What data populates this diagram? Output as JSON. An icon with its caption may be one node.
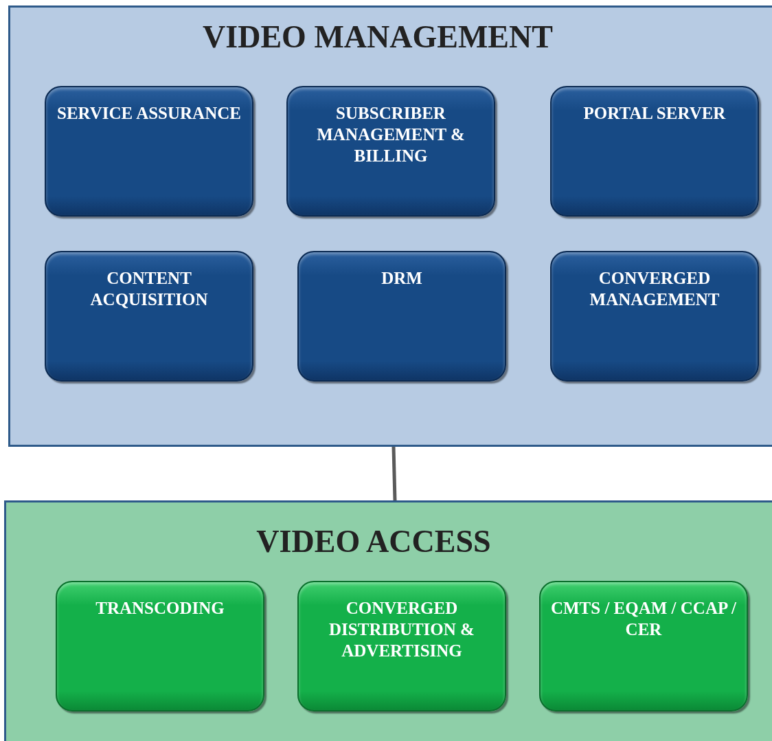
{
  "diagram": {
    "nodes": [
      {
        "text": [
          "VIDEO MANAGEMENT"
        ]
      },
      {
        "text": [
          "SERVICE ASSURANCE"
        ],
        "in": 0
      },
      {
        "text": [
          "SUBSCRIBER MANAGEMENT & BILLING"
        ],
        "in": 0
      },
      {
        "text": [
          "PORTAL SERVER"
        ],
        "in": 0
      },
      {
        "text": [
          "CONTENT ACQUISITION"
        ],
        "in": 0
      },
      {
        "text": [
          "DRM"
        ],
        "in": 0
      },
      {
        "text": [
          "CONVERGED MANAGEMENT"
        ],
        "in": 0
      },
      {
        "text": [
          "VIDEO ACCESS"
        ]
      },
      {
        "text": [
          "TRANSCODING"
        ],
        "in": 7
      },
      {
        "text": [
          "CONVERGED DISTRIBUTION & ADVERTISING"
        ],
        "in": 7
      },
      {
        "text": [
          "CMTS / EQAM / CCAP / CER"
        ],
        "in": 7
      }
    ],
    "edges": [
      {
        "from": 0,
        "to": 7,
        "arrow": "none"
      }
    ]
  }
}
